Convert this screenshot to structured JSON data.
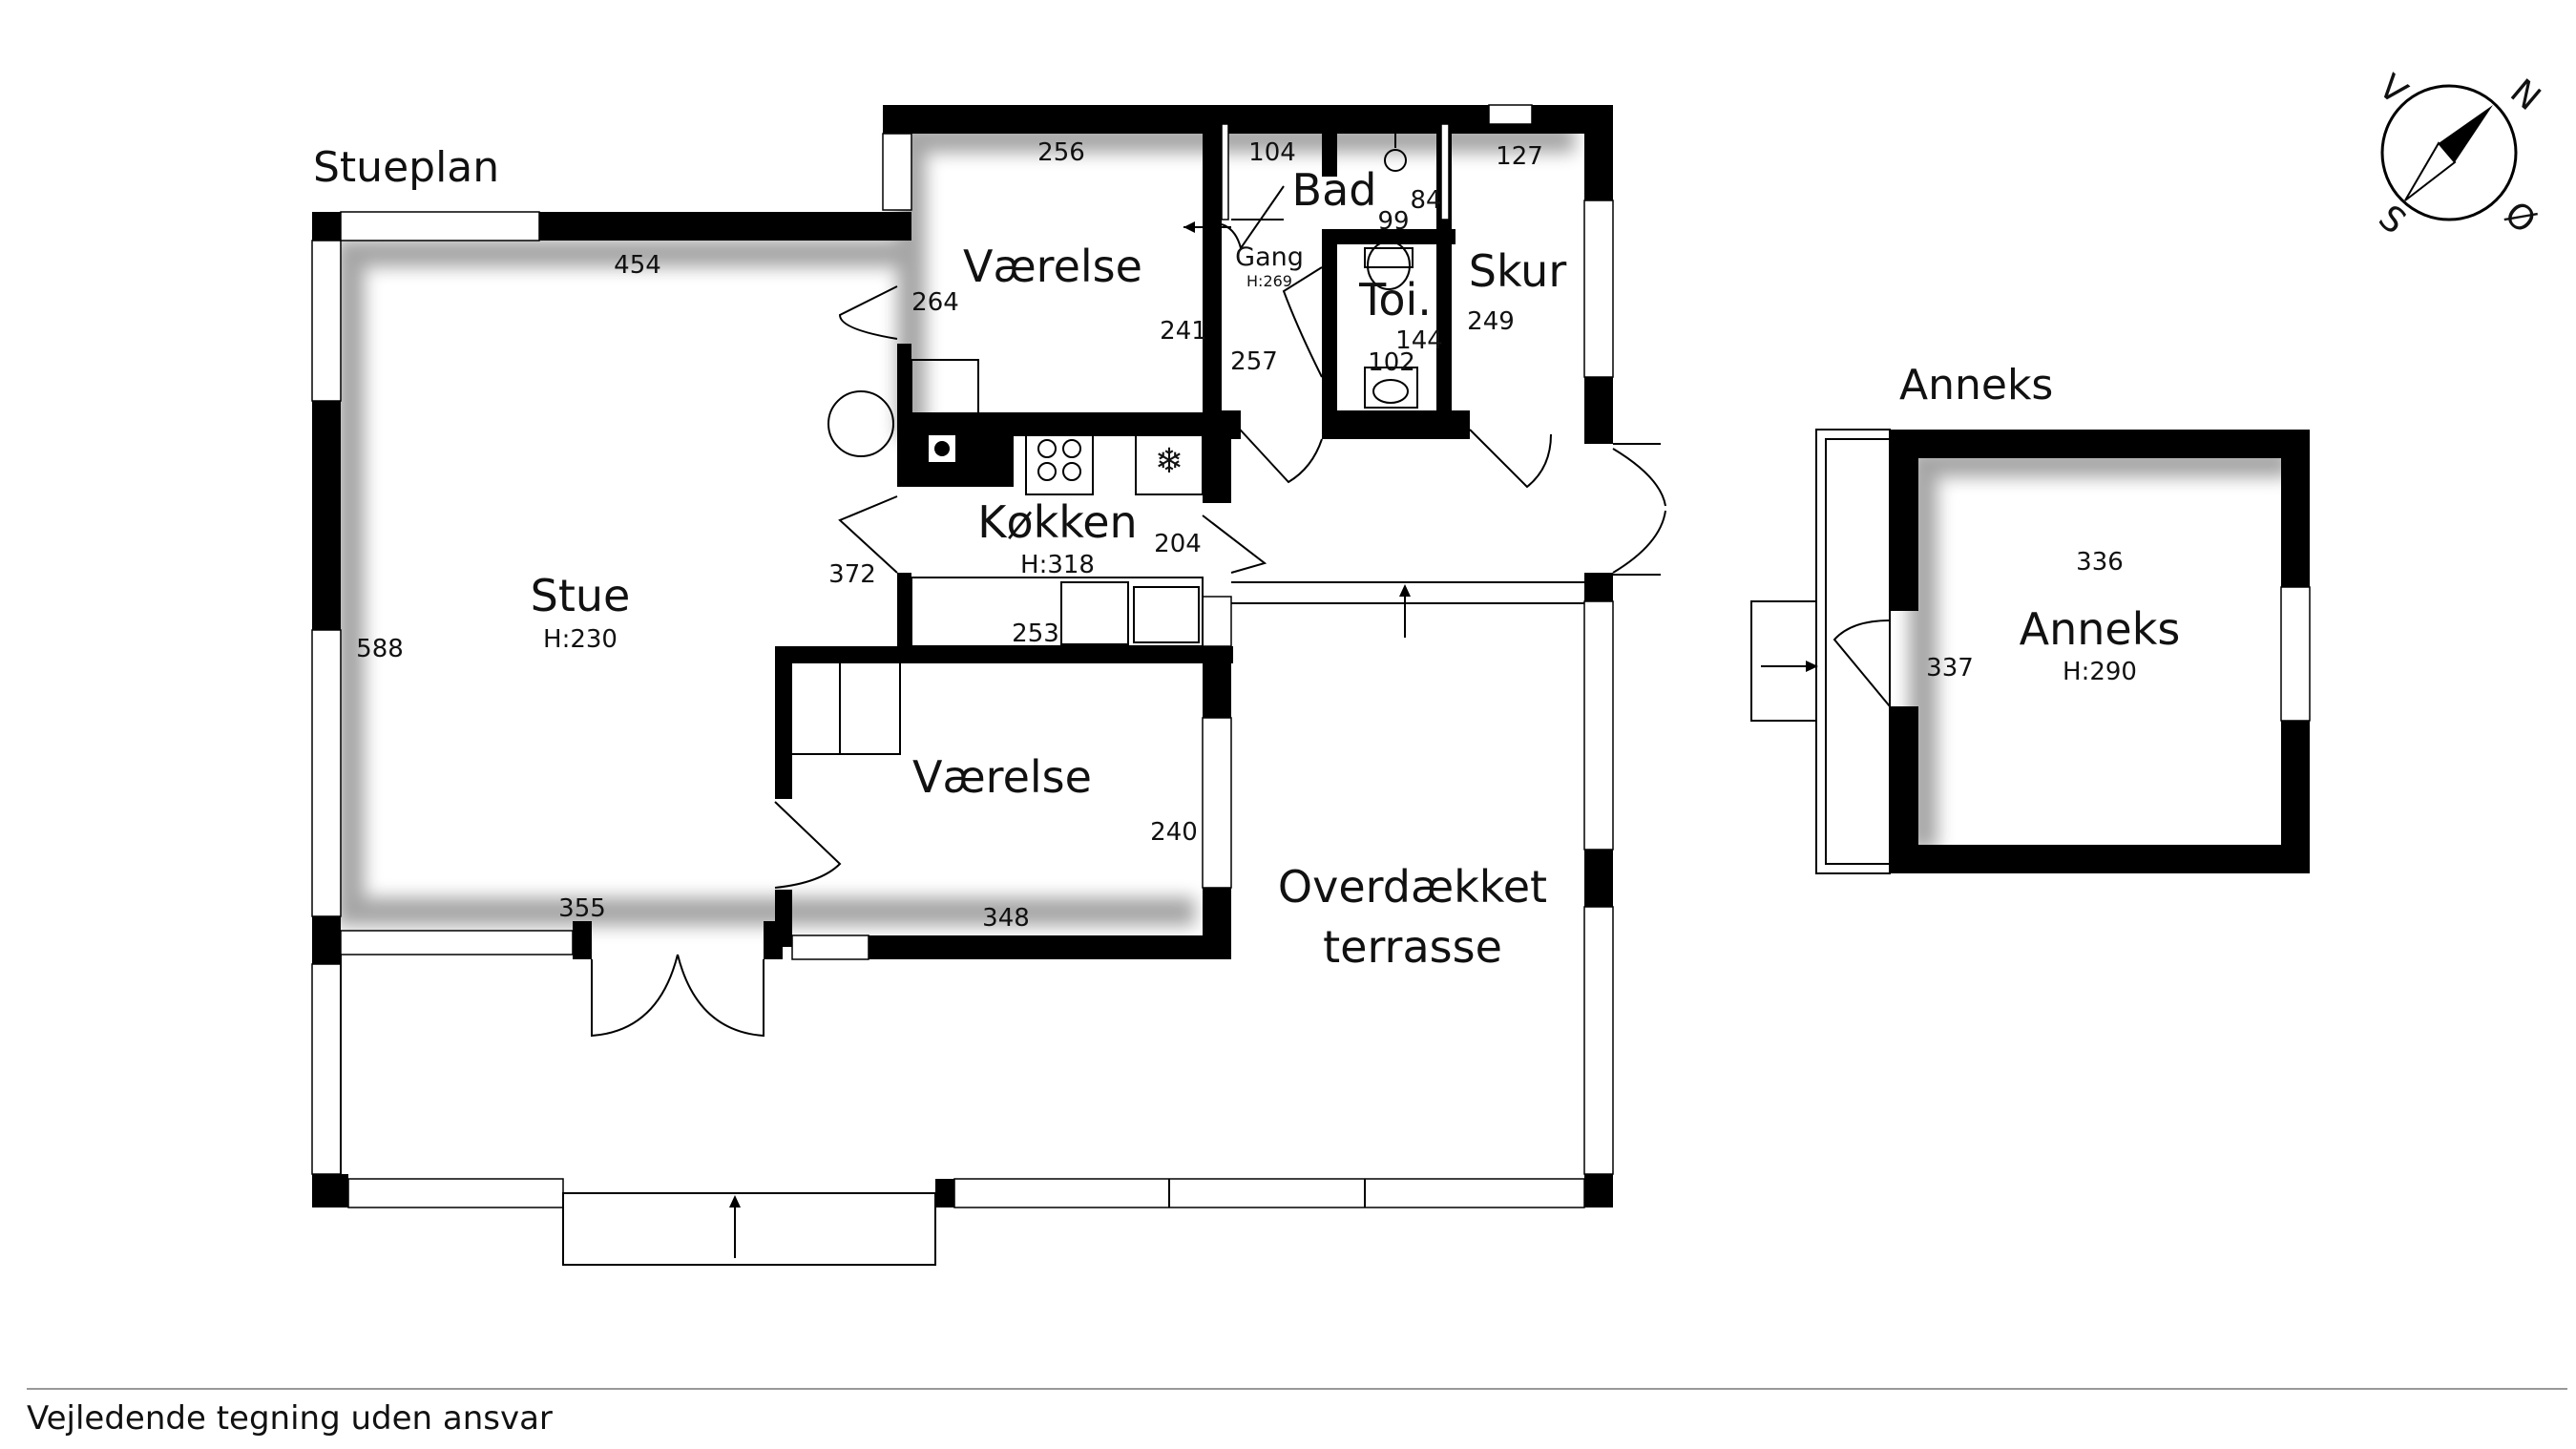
{
  "section_titles": {
    "ground_floor": "Stueplan",
    "annex": "Anneks"
  },
  "rooms": {
    "stue": {
      "name": "Stue",
      "height": "H:230"
    },
    "vaerelse_top": {
      "name": "Værelse"
    },
    "vaerelse_mid": {
      "name": "Værelse"
    },
    "kokken": {
      "name": "Køkken",
      "height": "H:318"
    },
    "bad": {
      "name": "Bad"
    },
    "gang": {
      "name": "Gang",
      "height": "H:269"
    },
    "toilet": {
      "name": "Toi."
    },
    "skur": {
      "name": "Skur"
    },
    "terrace_line1": "Overdækket",
    "terrace_line2": "terrasse",
    "anneks": {
      "name": "Anneks",
      "height": "H:290"
    }
  },
  "dimensions": {
    "d454": "454",
    "d588": "588",
    "d355": "355",
    "d256": "256",
    "d264": "264",
    "d241": "241",
    "d104": "104",
    "d99": "99",
    "d84": "84",
    "d127": "127",
    "d257": "257",
    "d144": "144",
    "d102": "102",
    "d249": "249",
    "d372": "372",
    "d204": "204",
    "d253": "253",
    "d240": "240",
    "d348": "348",
    "d336": "336",
    "d337": "337"
  },
  "compass": {
    "n": "N",
    "o": "Ø",
    "s": "S",
    "v": "V"
  },
  "footer": "Vejledende tegning uden ansvar"
}
